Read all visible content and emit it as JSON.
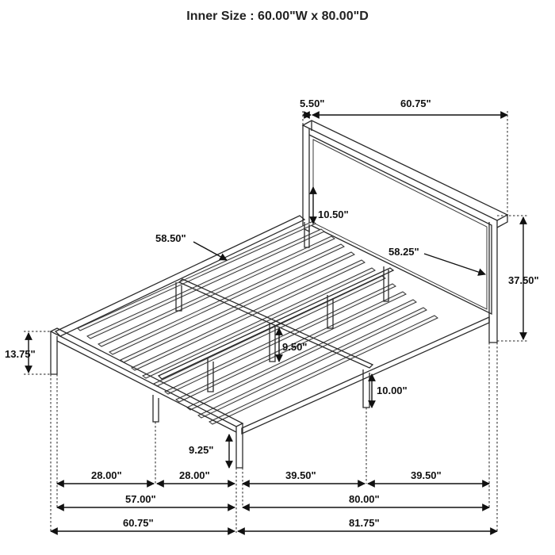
{
  "title": "Inner Size : 60.00\"W x 80.00\"D",
  "dimensions": {
    "headboard_thickness": "5.50\"",
    "headboard_width": "60.75\"",
    "headboard_panel_height": "10.50\"",
    "frame_diagonal_left": "58.50\"",
    "frame_diagonal_right": "58.25\"",
    "headboard_height": "37.50\"",
    "footboard_height": "13.75\"",
    "center_leg_height": "9.50\"",
    "side_leg_height": "10.00\"",
    "foot_leg_height": "9.25\"",
    "foot_span_left": "28.00\"",
    "foot_span_right": "28.00\"",
    "side_span_left": "39.50\"",
    "side_span_right": "39.50\"",
    "inner_width": "57.00\"",
    "inner_length": "80.00\"",
    "overall_width": "60.75\"",
    "overall_length": "81.75\""
  }
}
